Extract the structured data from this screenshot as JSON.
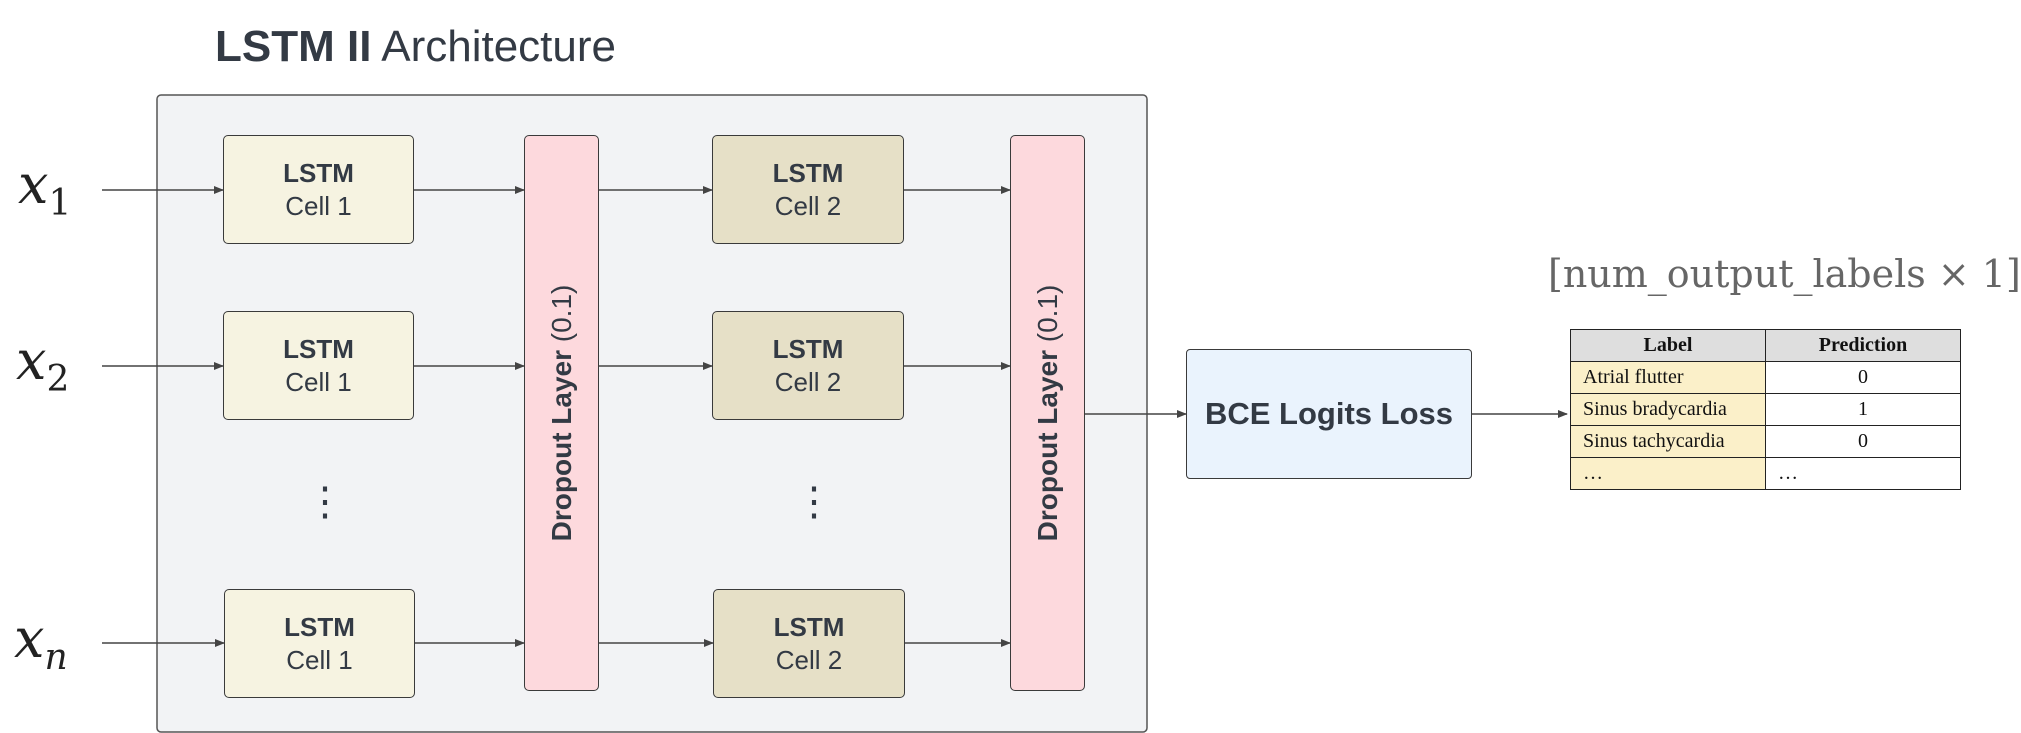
{
  "title": {
    "bold": "LSTM II",
    "rest": " Architecture"
  },
  "inputs": [
    {
      "base": "x",
      "sub": "1"
    },
    {
      "base": "x",
      "sub": "2"
    },
    {
      "base": "x",
      "sub": "n"
    }
  ],
  "cells": {
    "layer1": {
      "line1": "LSTM",
      "line2": "Cell 1"
    },
    "layer2": {
      "line1": "LSTM",
      "line2": "Cell 2"
    }
  },
  "dropout": {
    "name": "Dropout Layer",
    "rate": "(0.1)"
  },
  "ellipsis": "⋮",
  "loss": {
    "label": "BCE Logits Loss"
  },
  "output": {
    "shape_label": "[num_output_labels × 1]",
    "headers": {
      "label": "Label",
      "prediction": "Prediction"
    },
    "rows": [
      {
        "label": "Atrial flutter",
        "prediction": "0"
      },
      {
        "label": "Sinus bradycardia",
        "prediction": "1"
      },
      {
        "label": "Sinus tachycardia",
        "prediction": "0"
      },
      {
        "label": "…",
        "prediction": "…"
      }
    ]
  },
  "colors": {
    "container_bg": "#f2f3f5",
    "cell1_bg": "#f6f3e1",
    "cell2_bg": "#e6e0c7",
    "dropout_bg": "#fdd9dd",
    "loss_bg": "#eaf3fd",
    "label_col_bg": "#fbf0c9"
  }
}
